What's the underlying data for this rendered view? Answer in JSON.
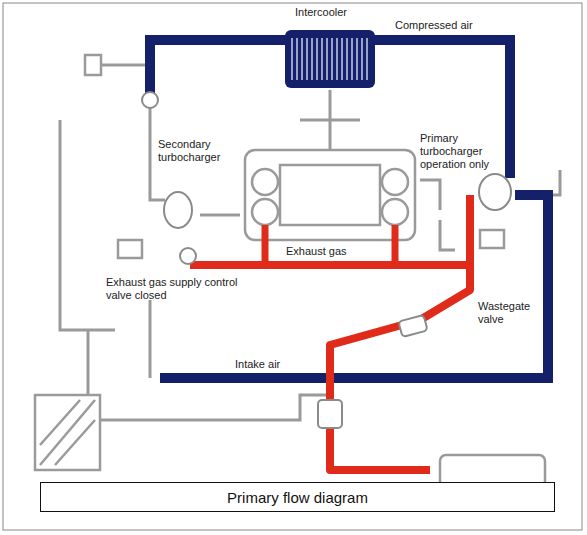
{
  "diagram": {
    "nodes": [
      {
        "text": [
          "Primary flow diagram"
        ]
      }
    ],
    "labels": [
      "Intercooler",
      "Compressed air",
      "Secondary turbocharger",
      "Primary turbocharger operation only",
      "Exhaust gas supply control valve closed",
      "Exhaust gas",
      "Wastegate valve",
      "Intake air"
    ]
  }
}
